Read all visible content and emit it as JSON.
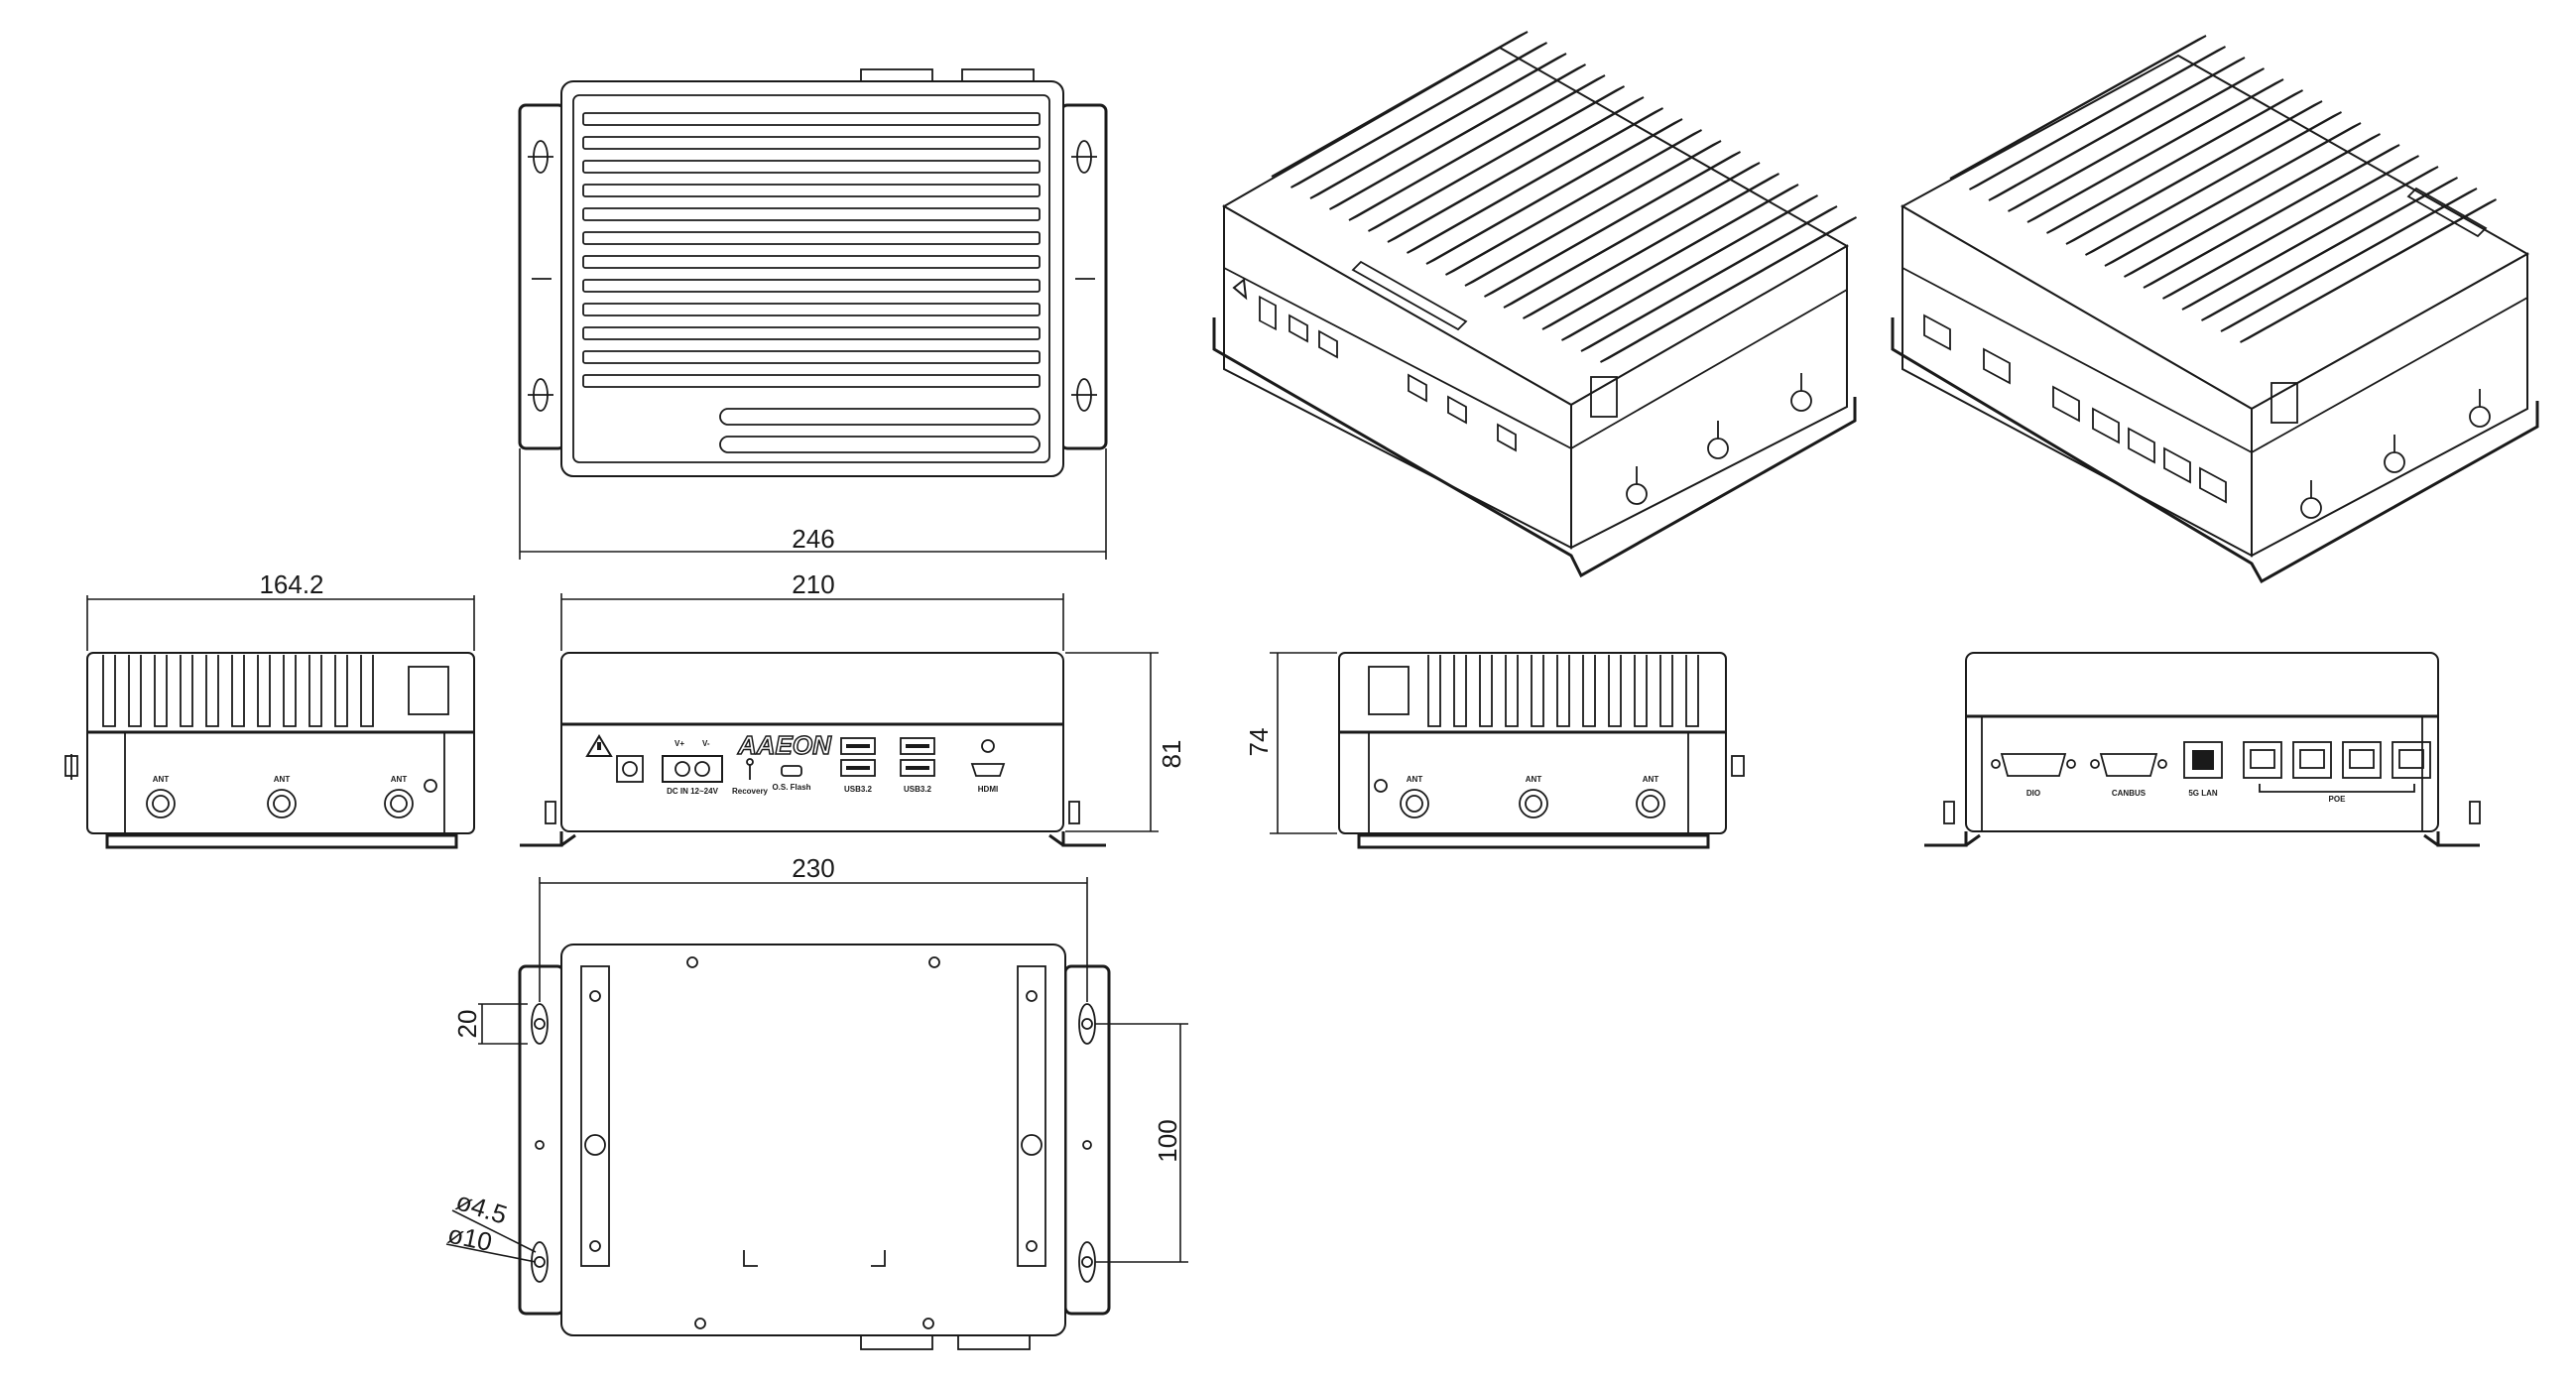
{
  "dimensions": {
    "top_width": "246",
    "side_depth": "164.2",
    "front_width": "210",
    "front_height": "81",
    "rear_height": "74",
    "bottom_width": "230",
    "slot_length": "20",
    "mount_pitch": "100",
    "hole_small": "ø4.5",
    "hole_large": "ø10"
  },
  "front_panel": {
    "power_labels": [
      "V+",
      "V-"
    ],
    "dc_in": "DC IN 12~24V",
    "recovery": "Recovery",
    "os_flash": "O.S. Flash",
    "usb_1": "USB3.2",
    "usb_2": "USB3.2",
    "hdmi": "HDMI",
    "logo": "AAEON"
  },
  "rear_panel": {
    "dio": "DIO",
    "canbus": "CANBUS",
    "lan": "5G LAN",
    "poe": "POE"
  },
  "antenna": {
    "label": "ANT"
  },
  "colors": {
    "line": "#1a1a1a",
    "background": "#ffffff"
  }
}
